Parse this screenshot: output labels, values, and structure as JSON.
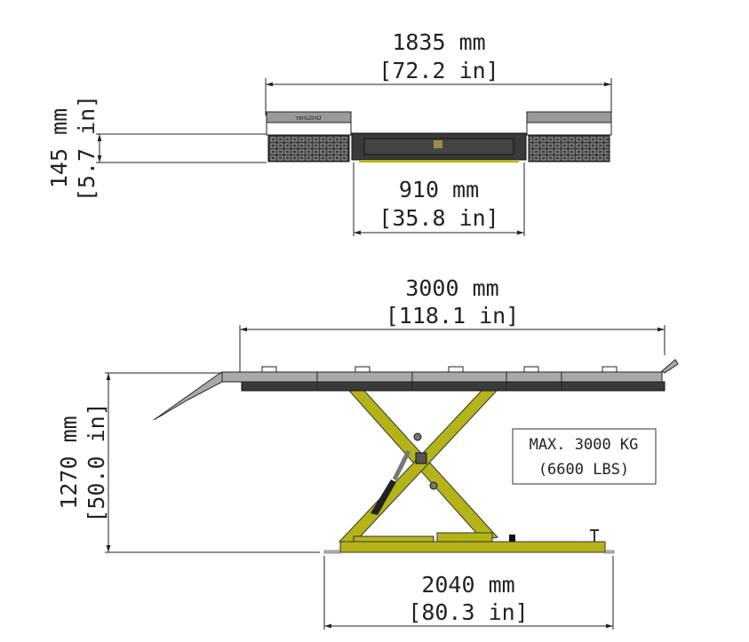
{
  "top_view": {
    "width_mm": "1835 mm",
    "width_in": "[72.2 in]",
    "height_mm": "145 mm",
    "height_in": "[5.7 in]",
    "inner_mm": "910 mm",
    "inner_in": "[35.8 in]",
    "brand_logo": "UniLiner"
  },
  "side_view": {
    "length_mm": "3000 mm",
    "length_in": "[118.1 in]",
    "height_mm": "1270 mm",
    "height_in": "[50.0 in]",
    "base_mm": "2040 mm",
    "base_in": "[80.3 in]",
    "capacity_line1": "MAX. 3000 KG",
    "capacity_line2": "(6600 LBS)"
  },
  "colors": {
    "lift_yellow": "#b4b418",
    "platform_gray": "#a9a9a9",
    "dark_frame": "#3a3a3a"
  }
}
